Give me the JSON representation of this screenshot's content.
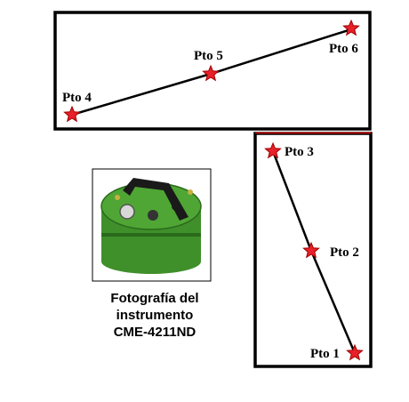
{
  "points": [
    {
      "id": "pto4",
      "label": "Pto 4"
    },
    {
      "id": "pto5",
      "label": "Pto 5"
    },
    {
      "id": "pto6",
      "label": "Pto 6"
    },
    {
      "id": "pto3",
      "label": "Pto 3"
    },
    {
      "id": "pto2",
      "label": "Pto 2"
    },
    {
      "id": "pto1",
      "label": "Pto 1"
    }
  ],
  "caption": {
    "line1": "Fotografía del",
    "line2": "instrumento",
    "line3": "CME-4211ND"
  },
  "colors": {
    "frame": "#000000",
    "frame_accent": "#d40000",
    "star_fill": "#e8202a",
    "star_stroke": "#a00000",
    "line": "#000000",
    "instrument_body": "#3f8f2a",
    "instrument_dark": "#2a6a1c",
    "handle": "#1a1a1a"
  },
  "icons": {
    "point_marker": "star-icon",
    "instrument": "instrument-photo"
  }
}
